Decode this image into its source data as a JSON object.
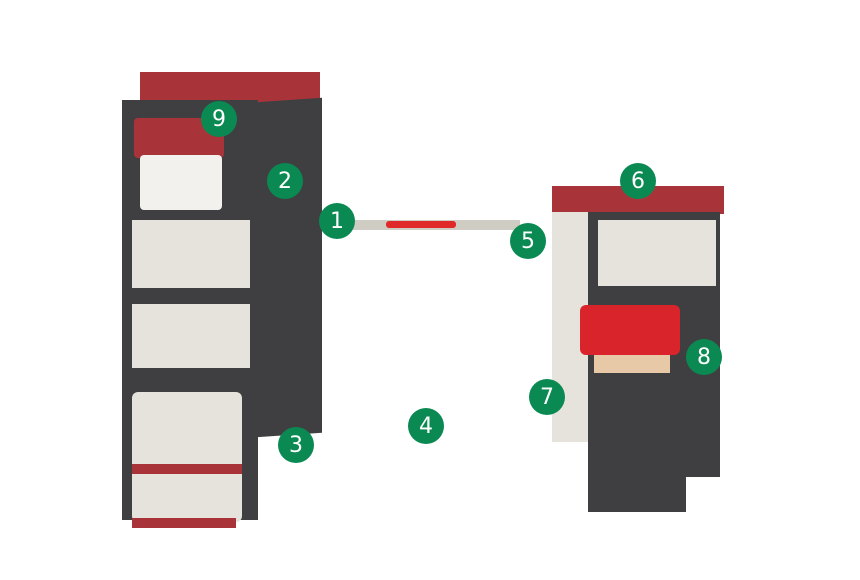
{
  "colors": {
    "marker": "#0a8a52",
    "frame": "#3f3f41",
    "accent": "#a8343a",
    "panel": "#e6e3dc"
  },
  "markers": [
    "1",
    "2",
    "3",
    "4",
    "5",
    "6",
    "7",
    "8",
    "9"
  ]
}
